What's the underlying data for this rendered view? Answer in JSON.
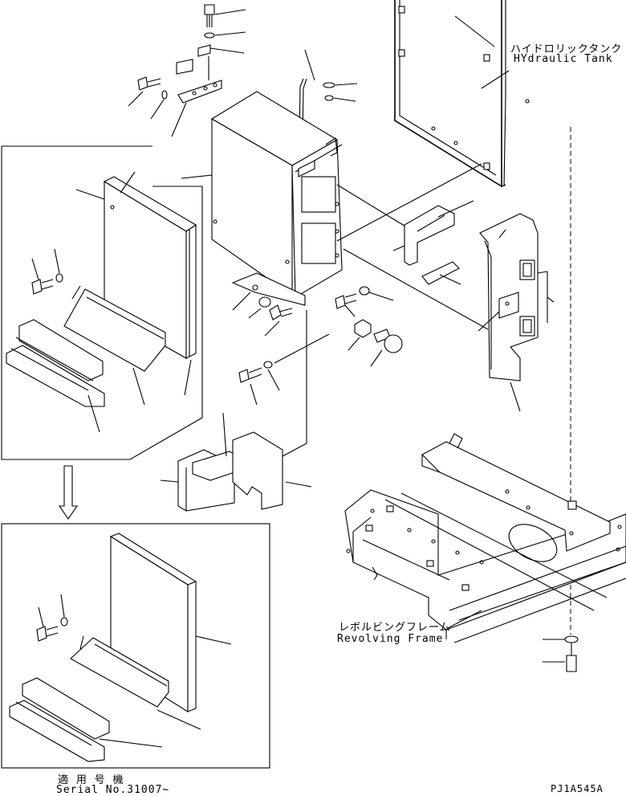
{
  "labels": {
    "hydraulic_tank_jp": "ハイドロリックタンク",
    "hydraulic_tank_en": "HYdraulic Tank",
    "revolving_frame_jp": "レボルビングフレーム",
    "revolving_frame_en": "Revolving Frame",
    "serial_jp": "適 用 号 機",
    "serial_en": "Serial No.31007~",
    "drawing_code": "PJ1A545A"
  }
}
